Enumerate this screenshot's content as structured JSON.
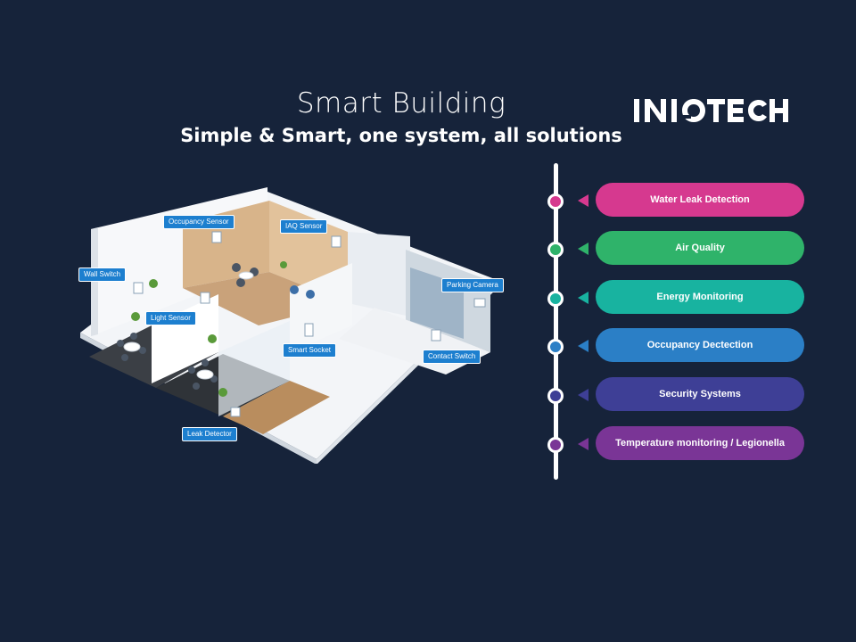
{
  "header": {
    "title": "Smart Building",
    "subtitle": "Simple & Smart, one system, all solutions",
    "logo_text": "INIOTECH"
  },
  "illustration": {
    "callouts": [
      {
        "label": "Occupancy Sensor"
      },
      {
        "label": "IAQ Sensor"
      },
      {
        "label": "Wall Switch"
      },
      {
        "label": "Parking Camera"
      },
      {
        "label": "Light Sensor"
      },
      {
        "label": "Smart Socket"
      },
      {
        "label": "Contact Switch"
      },
      {
        "label": "Leak Detector"
      }
    ]
  },
  "solutions": [
    {
      "label": "Water Leak Detection",
      "color": "#d6398f"
    },
    {
      "label": "Air Quality",
      "color": "#2fb36a"
    },
    {
      "label": "Energy Monitoring",
      "color": "#18b3a0"
    },
    {
      "label": "Occupancy Dectection",
      "color": "#2b7fc6"
    },
    {
      "label": "Security Systems",
      "color": "#3e3f96"
    },
    {
      "label": "Temperature monitoring / Legionella",
      "color": "#7a3596"
    }
  ],
  "colors": {
    "background": "#16233a",
    "callout": "#1d7fcf"
  }
}
